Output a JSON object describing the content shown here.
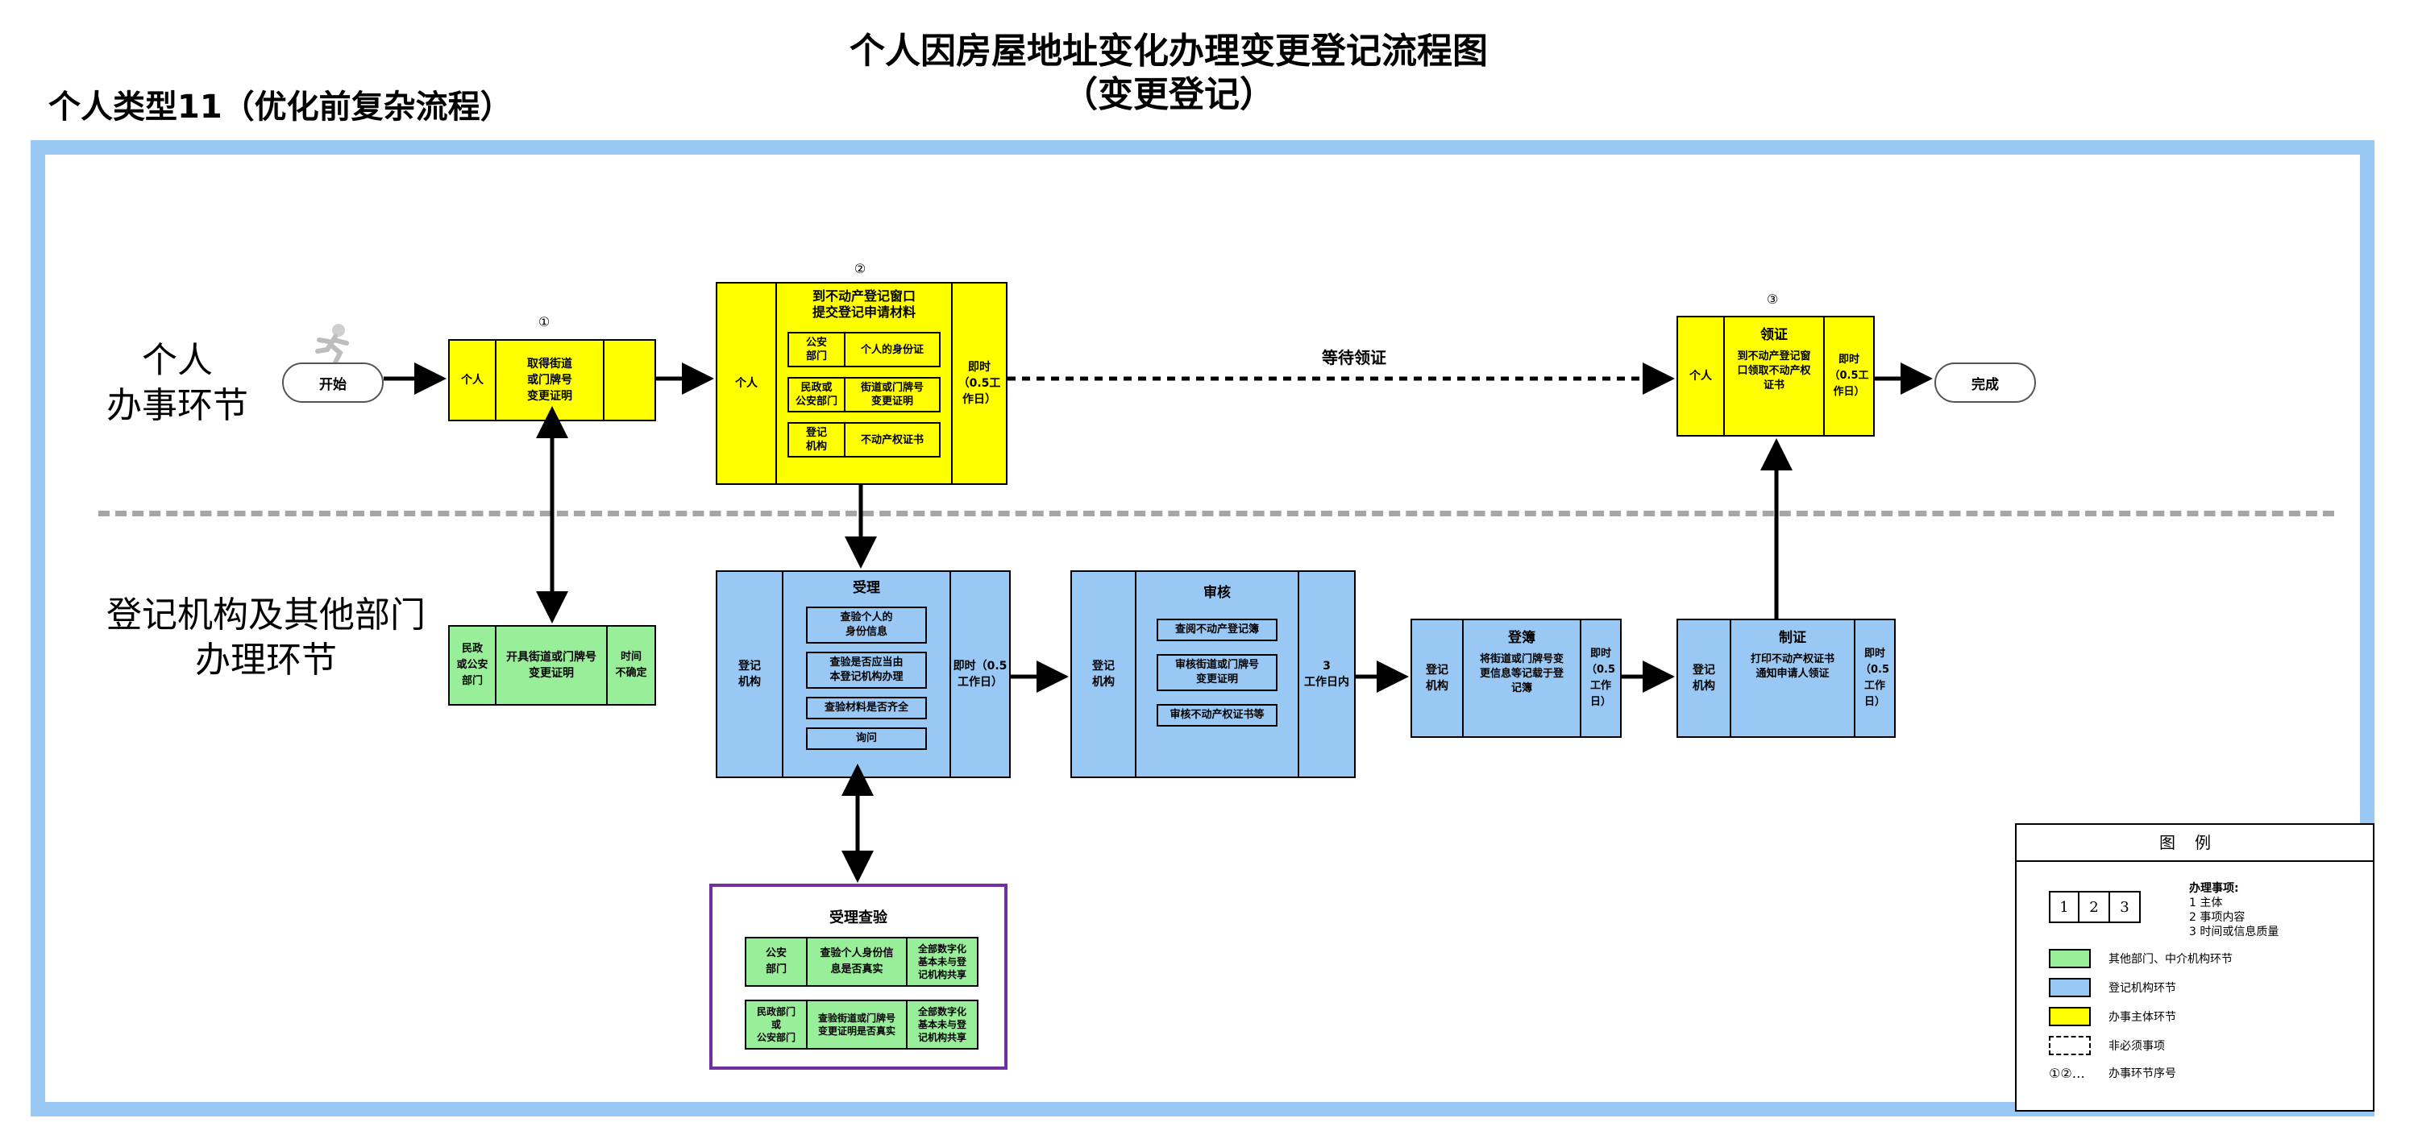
{
  "header": {
    "title_line1": "个人因房屋地址变化办理变更登记流程图",
    "title_line2": "（变更登记）",
    "subtitle": "个人类型11（优化前复杂流程）"
  },
  "lanes": {
    "individual": "个人\n办事环节",
    "agency": "登记机构及其他部门\n办理环节"
  },
  "terminals": {
    "start": "开始",
    "end": "完成"
  },
  "steps": {
    "s1": {
      "num": "①",
      "actor": "个人",
      "content": "取得街道\n或门牌号\n变更证明",
      "time": ""
    },
    "s2": {
      "num": "②",
      "actor": "个人",
      "title": "到不动产登记窗口\n提交登记申请材料",
      "rows": [
        {
          "source": "公安\n部门",
          "item": "个人的身份证"
        },
        {
          "source": "民政或\n公安部门",
          "item": "街道或门牌号\n变更证明"
        },
        {
          "source": "登记\n机构",
          "item": "不动产权证书"
        }
      ],
      "time": "即时\n（0.5工\n作日）"
    },
    "s3": {
      "num": "③",
      "actor": "个人",
      "title": "领证",
      "content": "到不动产登记窗\n口领取不动产权\n证书",
      "time": "即时\n（0.5工\n作日）"
    }
  },
  "wait_label": "等待领证",
  "agency_steps": {
    "civil": {
      "actor": "民政\n或公安\n部门",
      "content": "开具街道或门牌号\n变更证明",
      "time": "时间\n不确定"
    },
    "accept": {
      "actor": "登记\n机构",
      "title": "受理",
      "items": [
        "查验个人的\n身份信息",
        "查验是否应当由\n本登记机构办理",
        "查验材料是否齐全",
        "询问"
      ],
      "time": "即时（0.5\n工作日）"
    },
    "review": {
      "actor": "登记\n机构",
      "title": "审核",
      "items": [
        "查阅不动产登记簿",
        "审核街道或门牌号\n变更证明",
        "审核不动产权证书等"
      ],
      "time": "3\n工作日内"
    },
    "register": {
      "actor": "登记\n机构",
      "title": "登簿",
      "content": "将街道或门牌号变\n更信息等记载于登\n记簿",
      "time": "即时\n（0.5\n工作\n日）"
    },
    "cert": {
      "actor": "登记\n机构",
      "title": "制证",
      "content": "打印不动产权证书\n通知申请人领证",
      "time": "即时\n（0.5\n工作\n日）"
    }
  },
  "verify": {
    "title": "受理查验",
    "rows": [
      {
        "dept": "公安\n部门",
        "check": "查验个人身份信\n息是否真实",
        "note": "全部数字化\n基本未与登\n记机构共享"
      },
      {
        "dept": "民政部门\n或\n公安部门",
        "check": "查验街道或门牌号\n变更证明是否真实",
        "note": "全部数字化\n基本未与登\n记机构共享"
      }
    ]
  },
  "legend": {
    "title": "图例",
    "cells": [
      "1",
      "2",
      "3"
    ],
    "notes_title": "办理事项:",
    "notes": [
      "1 主体",
      "2 事项内容",
      "3 时间或信息质量"
    ],
    "items": [
      {
        "color": "#99ee99",
        "label": "其他部门、中介机构环节"
      },
      {
        "color": "#99c8f5",
        "label": "登记机构环节"
      },
      {
        "color": "#ffff00",
        "label": "办事主体环节"
      }
    ],
    "optional_label": "非必须事项",
    "seq_symbol": "①②…",
    "seq_label": "办事环节序号"
  },
  "colors": {
    "frame": "#99c8f5",
    "yellow": "#ffff00",
    "blue": "#99c8f5",
    "green": "#99ee99",
    "purple": "#7030a0"
  }
}
